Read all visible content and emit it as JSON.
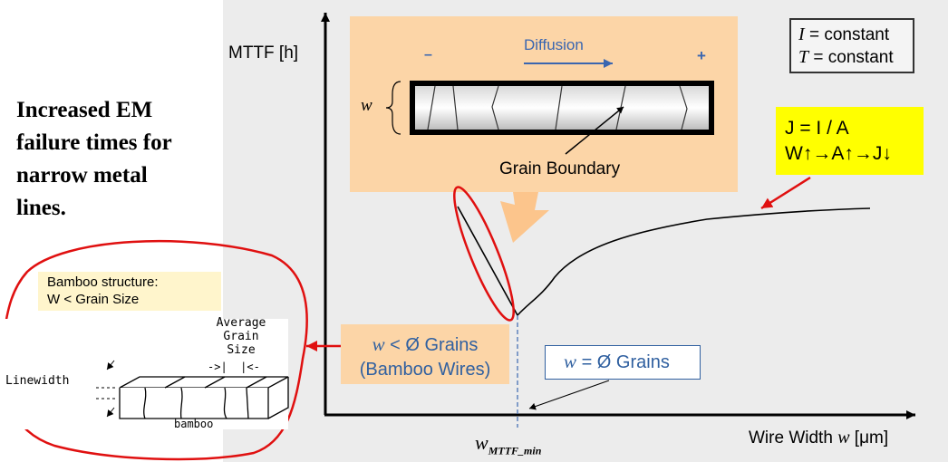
{
  "headline": [
    "Increased EM",
    "failure times for",
    "narrow metal",
    "lines."
  ],
  "bamboo_callout": [
    "Bamboo structure:",
    "W < Grain Size"
  ],
  "sketch": {
    "average_grain_size": [
      "Average",
      "Grain",
      "Size"
    ],
    "size_arrows": "->|  |<-",
    "linewidth_label": "Linewidth",
    "bamboo_label": "bamboo"
  },
  "axes": {
    "y_label": "MTTF [h]",
    "x_label_prefix": "Wire Width ",
    "x_label_var": "w",
    "x_label_unit": " [μm]",
    "tick_var": "w",
    "tick_sub": "MTTF_min"
  },
  "inset": {
    "diffusion": "Diffusion",
    "minus": "–",
    "plus": "+",
    "w_label": "w",
    "grain_boundary": "Grain Boundary"
  },
  "conditions": {
    "line1_var": "I",
    "line1_rest": " = constant",
    "line2_var": "T",
    "line2_rest": " = constant"
  },
  "j_box": {
    "line1": "J = I / A",
    "line2": "W↑→A↑→J↓"
  },
  "narrow_box": {
    "var": "w",
    "line1_rest": " < Ø Grains",
    "line2": "(Bamboo Wires)"
  },
  "equal_box": {
    "var": "w",
    "rest": " = Ø Grains"
  },
  "colors": {
    "panel_bg": "#ececec",
    "inset_orange": "#fcd5a7",
    "highlight_yellow": "#ffff00",
    "annotation_red": "#e01010",
    "label_blue": "#3060a0"
  }
}
